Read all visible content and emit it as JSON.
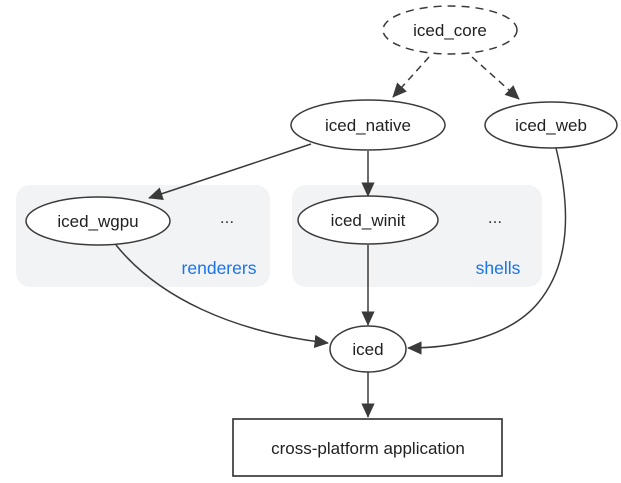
{
  "colors": {
    "background": "#ffffff",
    "node_stroke": "#3a3a3a",
    "edge_stroke": "#3a3a3a",
    "text": "#212121",
    "group_box_fill": "#f1f3f4",
    "group_label_color": "#1a73e8"
  },
  "nodes": {
    "iced_core": {
      "label": "iced_core",
      "shape": "ellipse",
      "border": "dashed"
    },
    "iced_native": {
      "label": "iced_native",
      "shape": "ellipse",
      "border": "solid"
    },
    "iced_web": {
      "label": "iced_web",
      "shape": "ellipse",
      "border": "solid"
    },
    "iced_wgpu": {
      "label": "iced_wgpu",
      "shape": "ellipse",
      "border": "solid"
    },
    "iced_winit": {
      "label": "iced_winit",
      "shape": "ellipse",
      "border": "solid"
    },
    "iced": {
      "label": "iced",
      "shape": "ellipse",
      "border": "solid"
    },
    "application": {
      "label": "cross-platform application",
      "shape": "rect",
      "border": "solid"
    }
  },
  "groups": {
    "renderers": {
      "label": "renderers",
      "ellipsis": "...",
      "contains": [
        "iced_wgpu"
      ]
    },
    "shells": {
      "label": "shells",
      "ellipsis": "...",
      "contains": [
        "iced_winit"
      ]
    }
  },
  "edges": [
    {
      "from": "iced_core",
      "to": "iced_native",
      "style": "dashed"
    },
    {
      "from": "iced_core",
      "to": "iced_web",
      "style": "dashed"
    },
    {
      "from": "iced_native",
      "to": "iced_wgpu",
      "style": "solid"
    },
    {
      "from": "iced_native",
      "to": "iced_winit",
      "style": "solid"
    },
    {
      "from": "iced_wgpu",
      "to": "iced",
      "style": "solid"
    },
    {
      "from": "iced_winit",
      "to": "iced",
      "style": "solid"
    },
    {
      "from": "iced_web",
      "to": "iced",
      "style": "solid"
    },
    {
      "from": "iced",
      "to": "application",
      "style": "solid"
    }
  ]
}
